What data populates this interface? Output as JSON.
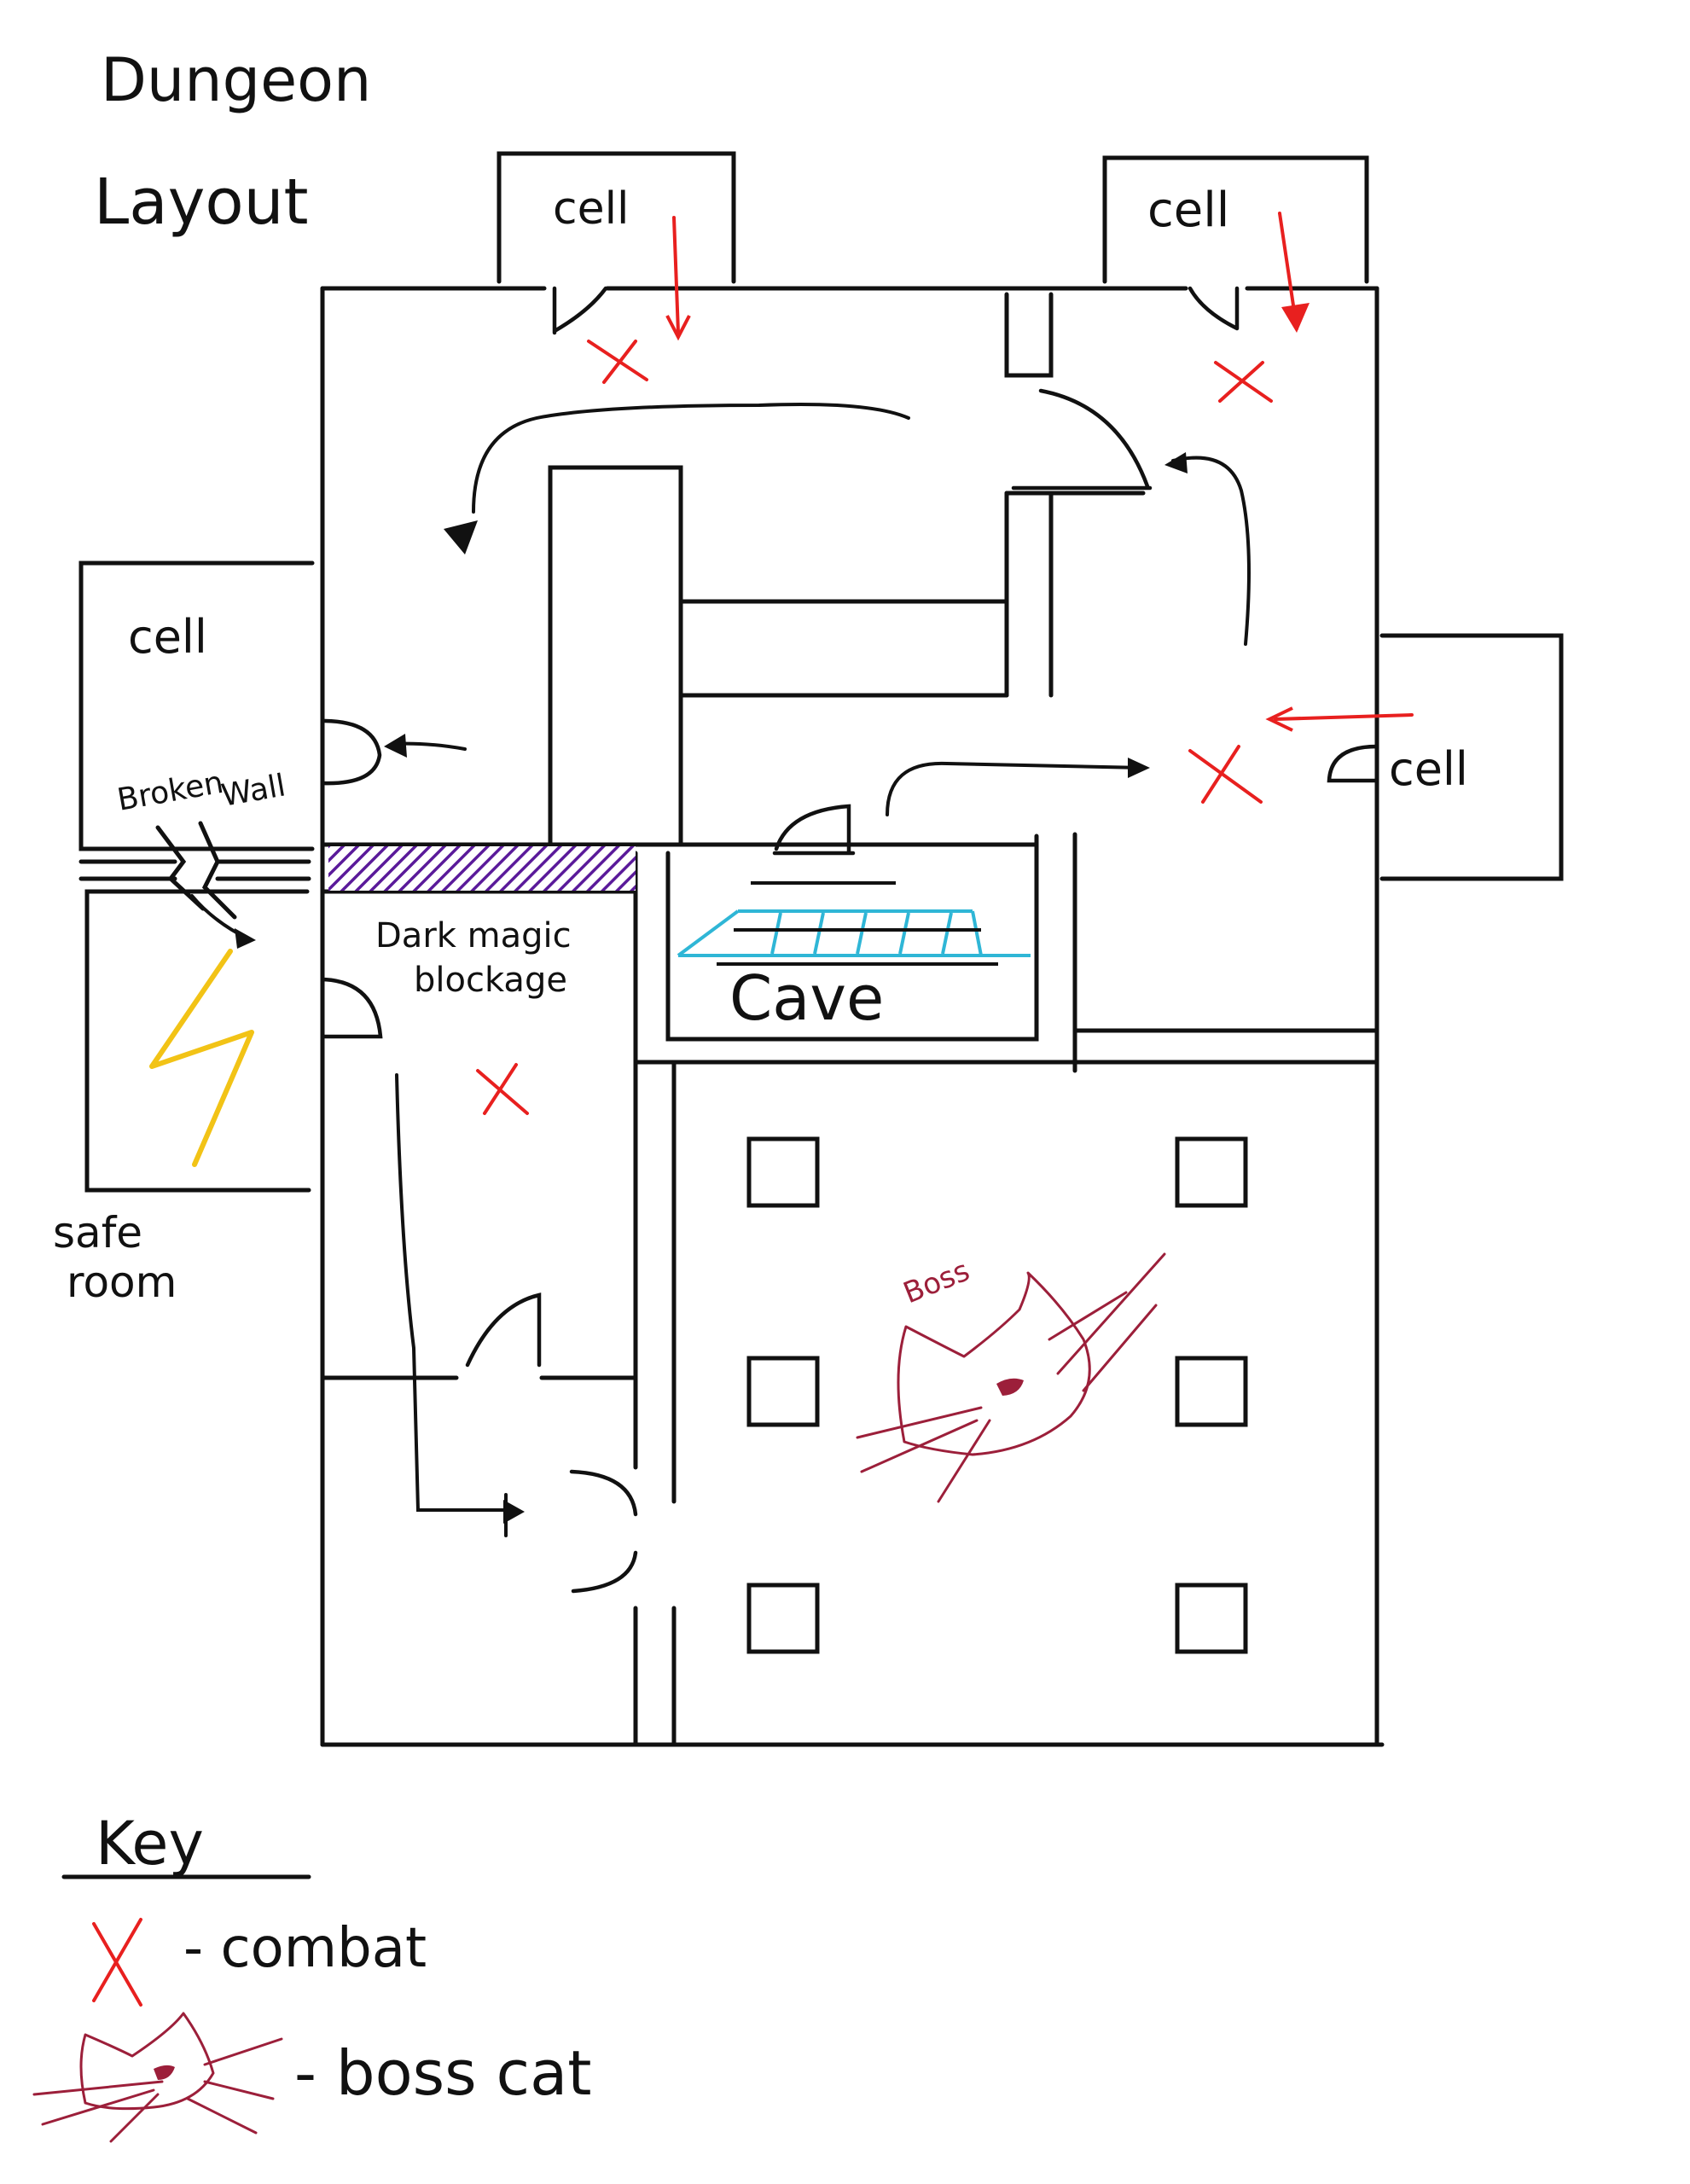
{
  "title_line1": "Dungeon",
  "title_line2": "Layout",
  "rooms": {
    "cell_top_left": "cell",
    "cell_top_right": "cell",
    "cell_left": "cell",
    "cell_right": "cell",
    "cave": "Cave",
    "safe_room_line1": "safe",
    "safe_room_line2": "room"
  },
  "annotations": {
    "broken": "Broken",
    "wall": "Wall",
    "dark_magic_line1": "Dark magic",
    "dark_magic_line2": "blockage",
    "boss": "Boss"
  },
  "key": {
    "heading": "Key",
    "combat_label": "- combat",
    "boss_cat_label": "- boss cat"
  },
  "colors": {
    "walls": "#111111",
    "combat": "#e8201f",
    "boss": "#9c1f3a",
    "dark_magic": "#5a1a9a",
    "cave_grate": "#2fb6d6",
    "lightning": "#f2c316"
  },
  "legend_icons": [
    "combat-x-icon",
    "boss-cat-icon"
  ]
}
